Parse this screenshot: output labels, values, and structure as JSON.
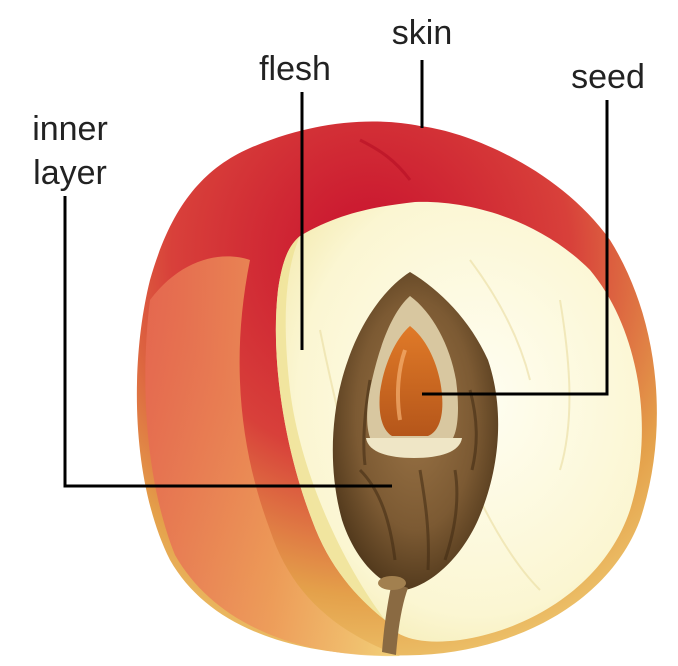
{
  "labels": {
    "skin": "skin",
    "flesh": "flesh",
    "seed": "seed",
    "inner_layer_line1": "inner",
    "inner_layer_line2": "layer"
  }
}
